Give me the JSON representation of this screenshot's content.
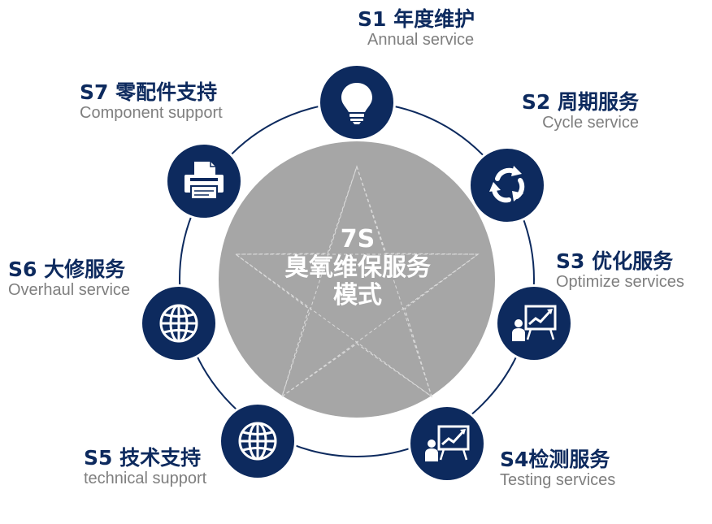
{
  "center": {
    "line1": "7S",
    "line2": "臭氧维保服务",
    "line3": "模式"
  },
  "services": [
    {
      "code_title": "S1 年度维护",
      "subtitle": "Annual service",
      "icon": "lightbulb-icon"
    },
    {
      "code_title": "S2 周期服务",
      "subtitle": "Cycle service",
      "icon": "recycle-icon"
    },
    {
      "code_title": "S3 优化服务",
      "subtitle": "Optimize services",
      "icon": "presentation-chart-icon"
    },
    {
      "code_title": "S4检测服务",
      "subtitle": "Testing services",
      "icon": "presentation-chart-icon"
    },
    {
      "code_title": "S5 技术支持",
      "subtitle": "technical support",
      "icon": "globe-icon"
    },
    {
      "code_title": "S6 大修服务",
      "subtitle": "Overhaul service",
      "icon": "globe-icon"
    },
    {
      "code_title": "S7 零配件支持",
      "subtitle": "Component support",
      "icon": "printer-icon"
    }
  ],
  "colors": {
    "node": "#0d2a5e",
    "center": "#a6a6a6",
    "ring": "#0d2a5e",
    "title": "#0d2a5e",
    "subtitle": "#7f7f7f"
  }
}
